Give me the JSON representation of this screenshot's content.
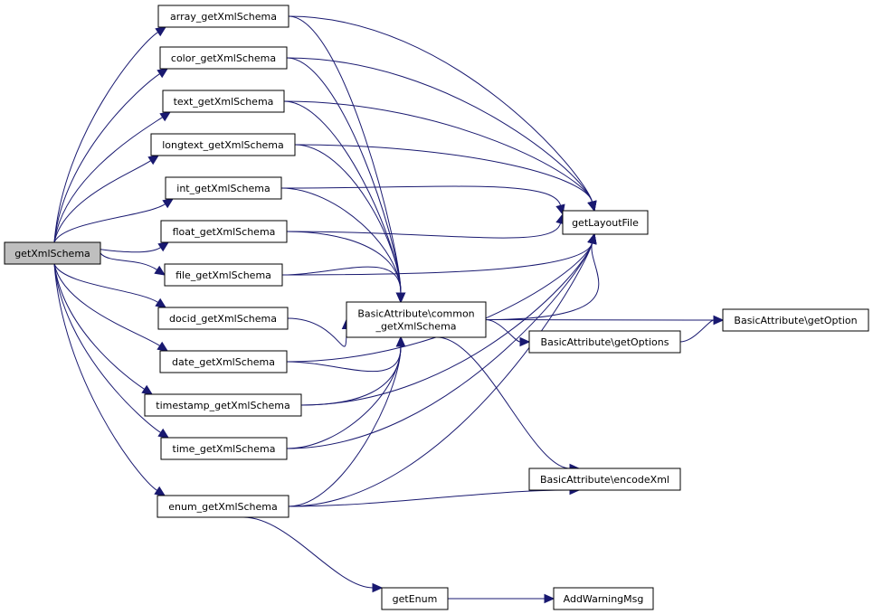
{
  "diagram": {
    "nodes": [
      {
        "id": "root",
        "label": [
          "getXmlSchema"
        ]
      },
      {
        "id": "array",
        "label": [
          "array_getXmlSchema"
        ]
      },
      {
        "id": "color",
        "label": [
          "color_getXmlSchema"
        ]
      },
      {
        "id": "text",
        "label": [
          "text_getXmlSchema"
        ]
      },
      {
        "id": "longtext",
        "label": [
          "longtext_getXmlSchema"
        ]
      },
      {
        "id": "int",
        "label": [
          "int_getXmlSchema"
        ]
      },
      {
        "id": "float",
        "label": [
          "float_getXmlSchema"
        ]
      },
      {
        "id": "file",
        "label": [
          "file_getXmlSchema"
        ]
      },
      {
        "id": "docid",
        "label": [
          "docid_getXmlSchema"
        ]
      },
      {
        "id": "date",
        "label": [
          "date_getXmlSchema"
        ]
      },
      {
        "id": "timestamp",
        "label": [
          "timestamp_getXmlSchema"
        ]
      },
      {
        "id": "time",
        "label": [
          "time_getXmlSchema"
        ]
      },
      {
        "id": "enum",
        "label": [
          "enum_getXmlSchema"
        ]
      },
      {
        "id": "layout",
        "label": [
          "getLayoutFile"
        ]
      },
      {
        "id": "common",
        "label": [
          "BasicAttribute\\common",
          "_getXmlSchema"
        ]
      },
      {
        "id": "getoption",
        "label": [
          "BasicAttribute\\getOption"
        ]
      },
      {
        "id": "getoptions",
        "label": [
          "BasicAttribute\\getOptions"
        ]
      },
      {
        "id": "encodexml",
        "label": [
          "BasicAttribute\\encodeXml"
        ]
      },
      {
        "id": "getenum",
        "label": [
          "getEnum"
        ]
      },
      {
        "id": "warn",
        "label": [
          "AddWarningMsg"
        ]
      }
    ],
    "edges": [
      [
        "root",
        "array"
      ],
      [
        "root",
        "color"
      ],
      [
        "root",
        "text"
      ],
      [
        "root",
        "longtext"
      ],
      [
        "root",
        "int"
      ],
      [
        "root",
        "float"
      ],
      [
        "root",
        "file"
      ],
      [
        "root",
        "docid"
      ],
      [
        "root",
        "date"
      ],
      [
        "root",
        "timestamp"
      ],
      [
        "root",
        "time"
      ],
      [
        "root",
        "enum"
      ],
      [
        "array",
        "layout"
      ],
      [
        "array",
        "common"
      ],
      [
        "color",
        "layout"
      ],
      [
        "color",
        "common"
      ],
      [
        "text",
        "layout"
      ],
      [
        "text",
        "common"
      ],
      [
        "longtext",
        "layout"
      ],
      [
        "longtext",
        "common"
      ],
      [
        "int",
        "layout"
      ],
      [
        "int",
        "common"
      ],
      [
        "float",
        "layout"
      ],
      [
        "float",
        "common"
      ],
      [
        "file",
        "layout"
      ],
      [
        "file",
        "common"
      ],
      [
        "docid",
        "common"
      ],
      [
        "date",
        "layout"
      ],
      [
        "date",
        "common"
      ],
      [
        "timestamp",
        "layout"
      ],
      [
        "timestamp",
        "common"
      ],
      [
        "time",
        "layout"
      ],
      [
        "time",
        "common"
      ],
      [
        "enum",
        "layout"
      ],
      [
        "enum",
        "common"
      ],
      [
        "enum",
        "encodexml"
      ],
      [
        "enum",
        "getenum"
      ],
      [
        "common",
        "layout"
      ],
      [
        "common",
        "getoption"
      ],
      [
        "common",
        "getoptions"
      ],
      [
        "common",
        "encodexml"
      ],
      [
        "getoptions",
        "getoption"
      ],
      [
        "getenum",
        "warn"
      ]
    ]
  }
}
